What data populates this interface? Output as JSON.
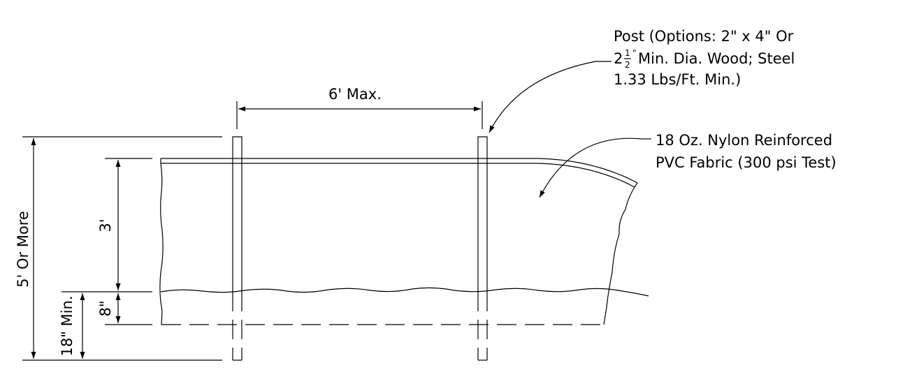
{
  "labels": {
    "post_line1": "Post (Options:  2\" x 4\" Or",
    "post_line2_whole": "2",
    "post_line2_num": "1",
    "post_line2_den": "2",
    "post_line2_inch": "\"",
    "post_line2_rest": "Min. Dia. Wood;   Steel",
    "post_line3": "1.33 Lbs/Ft. Min.)",
    "fabric_line1": "18 Oz. Nylon Reinforced",
    "fabric_line2": "PVC Fabric (300 psi Test)",
    "spacing": "6' Max.",
    "fence_height": "3'",
    "toe_depth": "8\"",
    "total_height": "5' Or More",
    "embed_depth": "18\" Min."
  },
  "colors": {
    "line": "#000000",
    "background": "#ffffff"
  }
}
